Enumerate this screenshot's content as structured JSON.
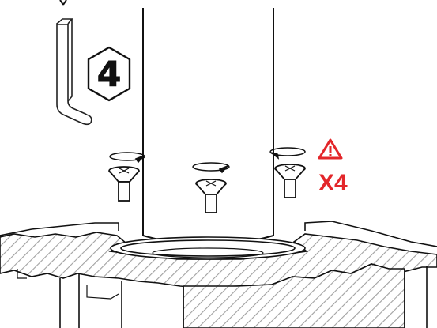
{
  "hex_key": {
    "size_label": "4",
    "icon": "allen-key-icon"
  },
  "warning": {
    "icon": "warning-triangle-icon",
    "quantity_label": "X4",
    "color": "#e3262a"
  },
  "screws": {
    "icon": "countersunk-screw-icon",
    "rotation_icon": "rotation-arrow-icon",
    "visible_count": 3
  },
  "colors": {
    "line": "#1a1a1a",
    "hatch": "#9a9a9a",
    "accent_red": "#e3262a",
    "background": "#ffffff"
  }
}
